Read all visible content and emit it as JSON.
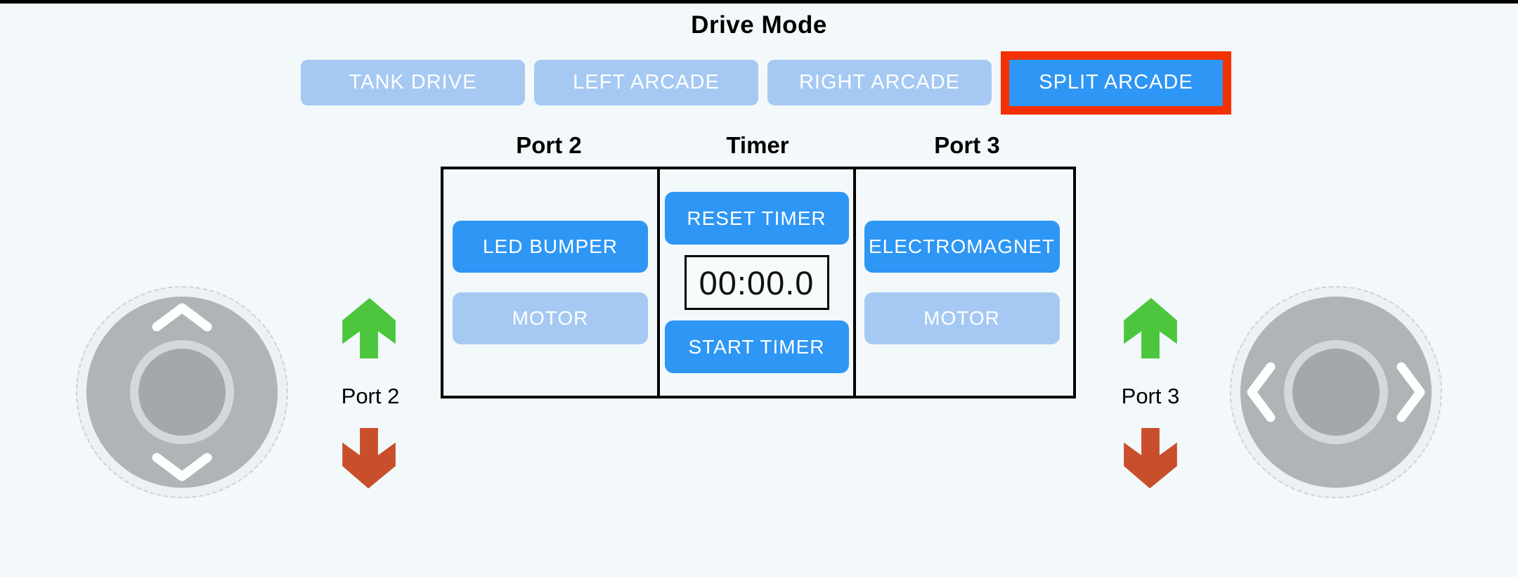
{
  "title": "Drive Mode",
  "drive_mode": {
    "buttons": [
      {
        "label": "TANK DRIVE",
        "active": false
      },
      {
        "label": "LEFT ARCADE",
        "active": false
      },
      {
        "label": "RIGHT ARCADE",
        "active": false
      },
      {
        "label": "SPLIT ARCADE",
        "active": true,
        "highlighted": true
      }
    ],
    "selected": "SPLIT ARCADE"
  },
  "panel": {
    "port2": {
      "header": "Port 2",
      "device_button": "LED BUMPER",
      "device_state": "on",
      "motor_button": "MOTOR",
      "motor_state": "off"
    },
    "timer": {
      "header": "Timer",
      "reset_button": "RESET TIMER",
      "display": "00:00.0",
      "start_button": "START TIMER"
    },
    "port3": {
      "header": "Port 3",
      "device_button": "ELECTROMAGNET",
      "device_state": "on",
      "motor_button": "MOTOR",
      "motor_state": "off"
    }
  },
  "joysticks": {
    "left": {
      "label": "Port 2",
      "axis": "vertical",
      "icons": [
        "chevron-up-icon",
        "chevron-down-icon"
      ]
    },
    "right": {
      "label": "Port 3",
      "axis": "horizontal",
      "icons": [
        "chevron-left-icon",
        "chevron-right-icon"
      ]
    }
  },
  "indicators": {
    "up_icon": "up-arrow-icon",
    "down_icon": "down-arrow-icon"
  },
  "colors": {
    "background": "#f3f8fa",
    "active_blue": "#2e96f4",
    "inactive_blue": "#a5c9f3",
    "selected_outline_red": "#f23000",
    "up_arrow_green": "#4cc63c",
    "down_arrow_red": "#c94e2b",
    "joystick_pad_gray": "#afb4b6",
    "joystick_knob_gray": "#a3a8aa",
    "button_text": "#ffffff",
    "text": "#000000"
  }
}
